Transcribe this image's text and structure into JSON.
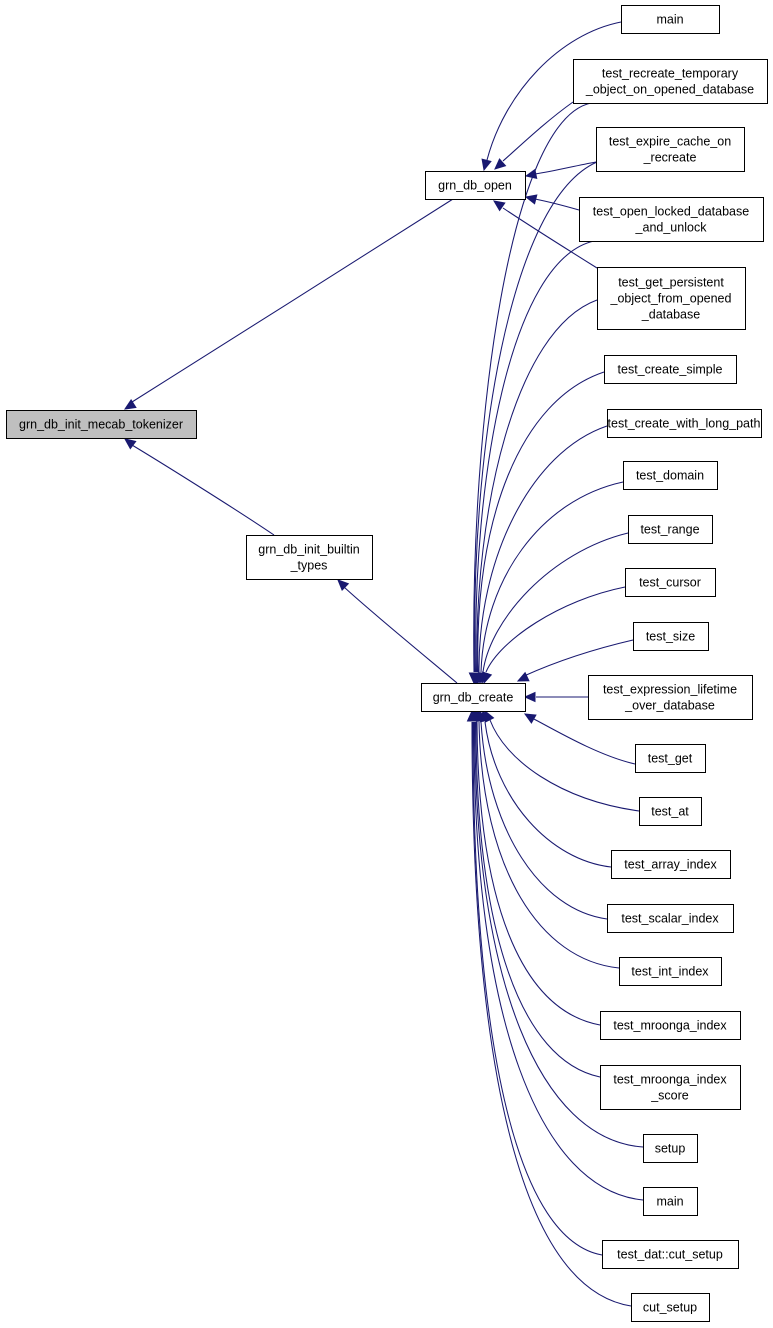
{
  "graph": {
    "nodes": [
      {
        "id": "grn_db_init_mecab_tokenizer",
        "lines": [
          "grn_db_init_mecab_tokenizer"
        ],
        "highlight": true
      },
      {
        "id": "grn_db_open",
        "lines": [
          "grn_db_open"
        ]
      },
      {
        "id": "grn_db_init_builtin_types",
        "lines": [
          "grn_db_init_builtin",
          "_types"
        ]
      },
      {
        "id": "grn_db_create",
        "lines": [
          "grn_db_create"
        ]
      },
      {
        "id": "main_1",
        "lines": [
          "main"
        ]
      },
      {
        "id": "test_recreate_temporary",
        "lines": [
          "test_recreate_temporary",
          "_object_on_opened_database"
        ]
      },
      {
        "id": "test_expire_cache_on_recreate",
        "lines": [
          "test_expire_cache_on",
          "_recreate"
        ]
      },
      {
        "id": "test_open_locked_database",
        "lines": [
          "test_open_locked_database",
          "_and_unlock"
        ]
      },
      {
        "id": "test_get_persistent",
        "lines": [
          "test_get_persistent",
          "_object_from_opened",
          "_database"
        ]
      },
      {
        "id": "test_create_simple",
        "lines": [
          "test_create_simple"
        ]
      },
      {
        "id": "test_create_with_long_path",
        "lines": [
          "test_create_with_long_path"
        ]
      },
      {
        "id": "test_domain",
        "lines": [
          "test_domain"
        ]
      },
      {
        "id": "test_range",
        "lines": [
          "test_range"
        ]
      },
      {
        "id": "test_cursor",
        "lines": [
          "test_cursor"
        ]
      },
      {
        "id": "test_size",
        "lines": [
          "test_size"
        ]
      },
      {
        "id": "test_expression_lifetime",
        "lines": [
          "test_expression_lifetime",
          "_over_database"
        ]
      },
      {
        "id": "test_get",
        "lines": [
          "test_get"
        ]
      },
      {
        "id": "test_at",
        "lines": [
          "test_at"
        ]
      },
      {
        "id": "test_array_index",
        "lines": [
          "test_array_index"
        ]
      },
      {
        "id": "test_scalar_index",
        "lines": [
          "test_scalar_index"
        ]
      },
      {
        "id": "test_int_index",
        "lines": [
          "test_int_index"
        ]
      },
      {
        "id": "test_mroonga_index",
        "lines": [
          "test_mroonga_index"
        ]
      },
      {
        "id": "test_mroonga_index_score",
        "lines": [
          "test_mroonga_index",
          "_score"
        ]
      },
      {
        "id": "setup",
        "lines": [
          "setup"
        ]
      },
      {
        "id": "main_2",
        "lines": [
          "main"
        ]
      },
      {
        "id": "test_dat_cut_setup",
        "lines": [
          "test_dat::cut_setup"
        ]
      },
      {
        "id": "cut_setup",
        "lines": [
          "cut_setup"
        ]
      }
    ],
    "edges": [
      {
        "from": "grn_db_open",
        "to": "grn_db_init_mecab_tokenizer"
      },
      {
        "from": "grn_db_init_builtin_types",
        "to": "grn_db_init_mecab_tokenizer"
      },
      {
        "from": "grn_db_create",
        "to": "grn_db_init_builtin_types"
      },
      {
        "from": "main_1",
        "to": "grn_db_open"
      },
      {
        "from": "test_recreate_temporary",
        "to": "grn_db_open"
      },
      {
        "from": "test_expire_cache_on_recreate",
        "to": "grn_db_open"
      },
      {
        "from": "test_open_locked_database",
        "to": "grn_db_open"
      },
      {
        "from": "test_get_persistent",
        "to": "grn_db_open"
      },
      {
        "from": "test_recreate_temporary",
        "to": "grn_db_create"
      },
      {
        "from": "test_expire_cache_on_recreate",
        "to": "grn_db_create"
      },
      {
        "from": "test_open_locked_database",
        "to": "grn_db_create"
      },
      {
        "from": "test_get_persistent",
        "to": "grn_db_create"
      },
      {
        "from": "test_create_simple",
        "to": "grn_db_create"
      },
      {
        "from": "test_create_with_long_path",
        "to": "grn_db_create"
      },
      {
        "from": "test_domain",
        "to": "grn_db_create"
      },
      {
        "from": "test_range",
        "to": "grn_db_create"
      },
      {
        "from": "test_cursor",
        "to": "grn_db_create"
      },
      {
        "from": "test_size",
        "to": "grn_db_create"
      },
      {
        "from": "test_expression_lifetime",
        "to": "grn_db_create"
      },
      {
        "from": "test_get",
        "to": "grn_db_create"
      },
      {
        "from": "test_at",
        "to": "grn_db_create"
      },
      {
        "from": "test_array_index",
        "to": "grn_db_create"
      },
      {
        "from": "test_scalar_index",
        "to": "grn_db_create"
      },
      {
        "from": "test_int_index",
        "to": "grn_db_create"
      },
      {
        "from": "test_mroonga_index",
        "to": "grn_db_create"
      },
      {
        "from": "test_mroonga_index_score",
        "to": "grn_db_create"
      },
      {
        "from": "setup",
        "to": "grn_db_create"
      },
      {
        "from": "main_2",
        "to": "grn_db_create"
      },
      {
        "from": "test_dat_cut_setup",
        "to": "grn_db_create"
      },
      {
        "from": "cut_setup",
        "to": "grn_db_create"
      }
    ]
  }
}
